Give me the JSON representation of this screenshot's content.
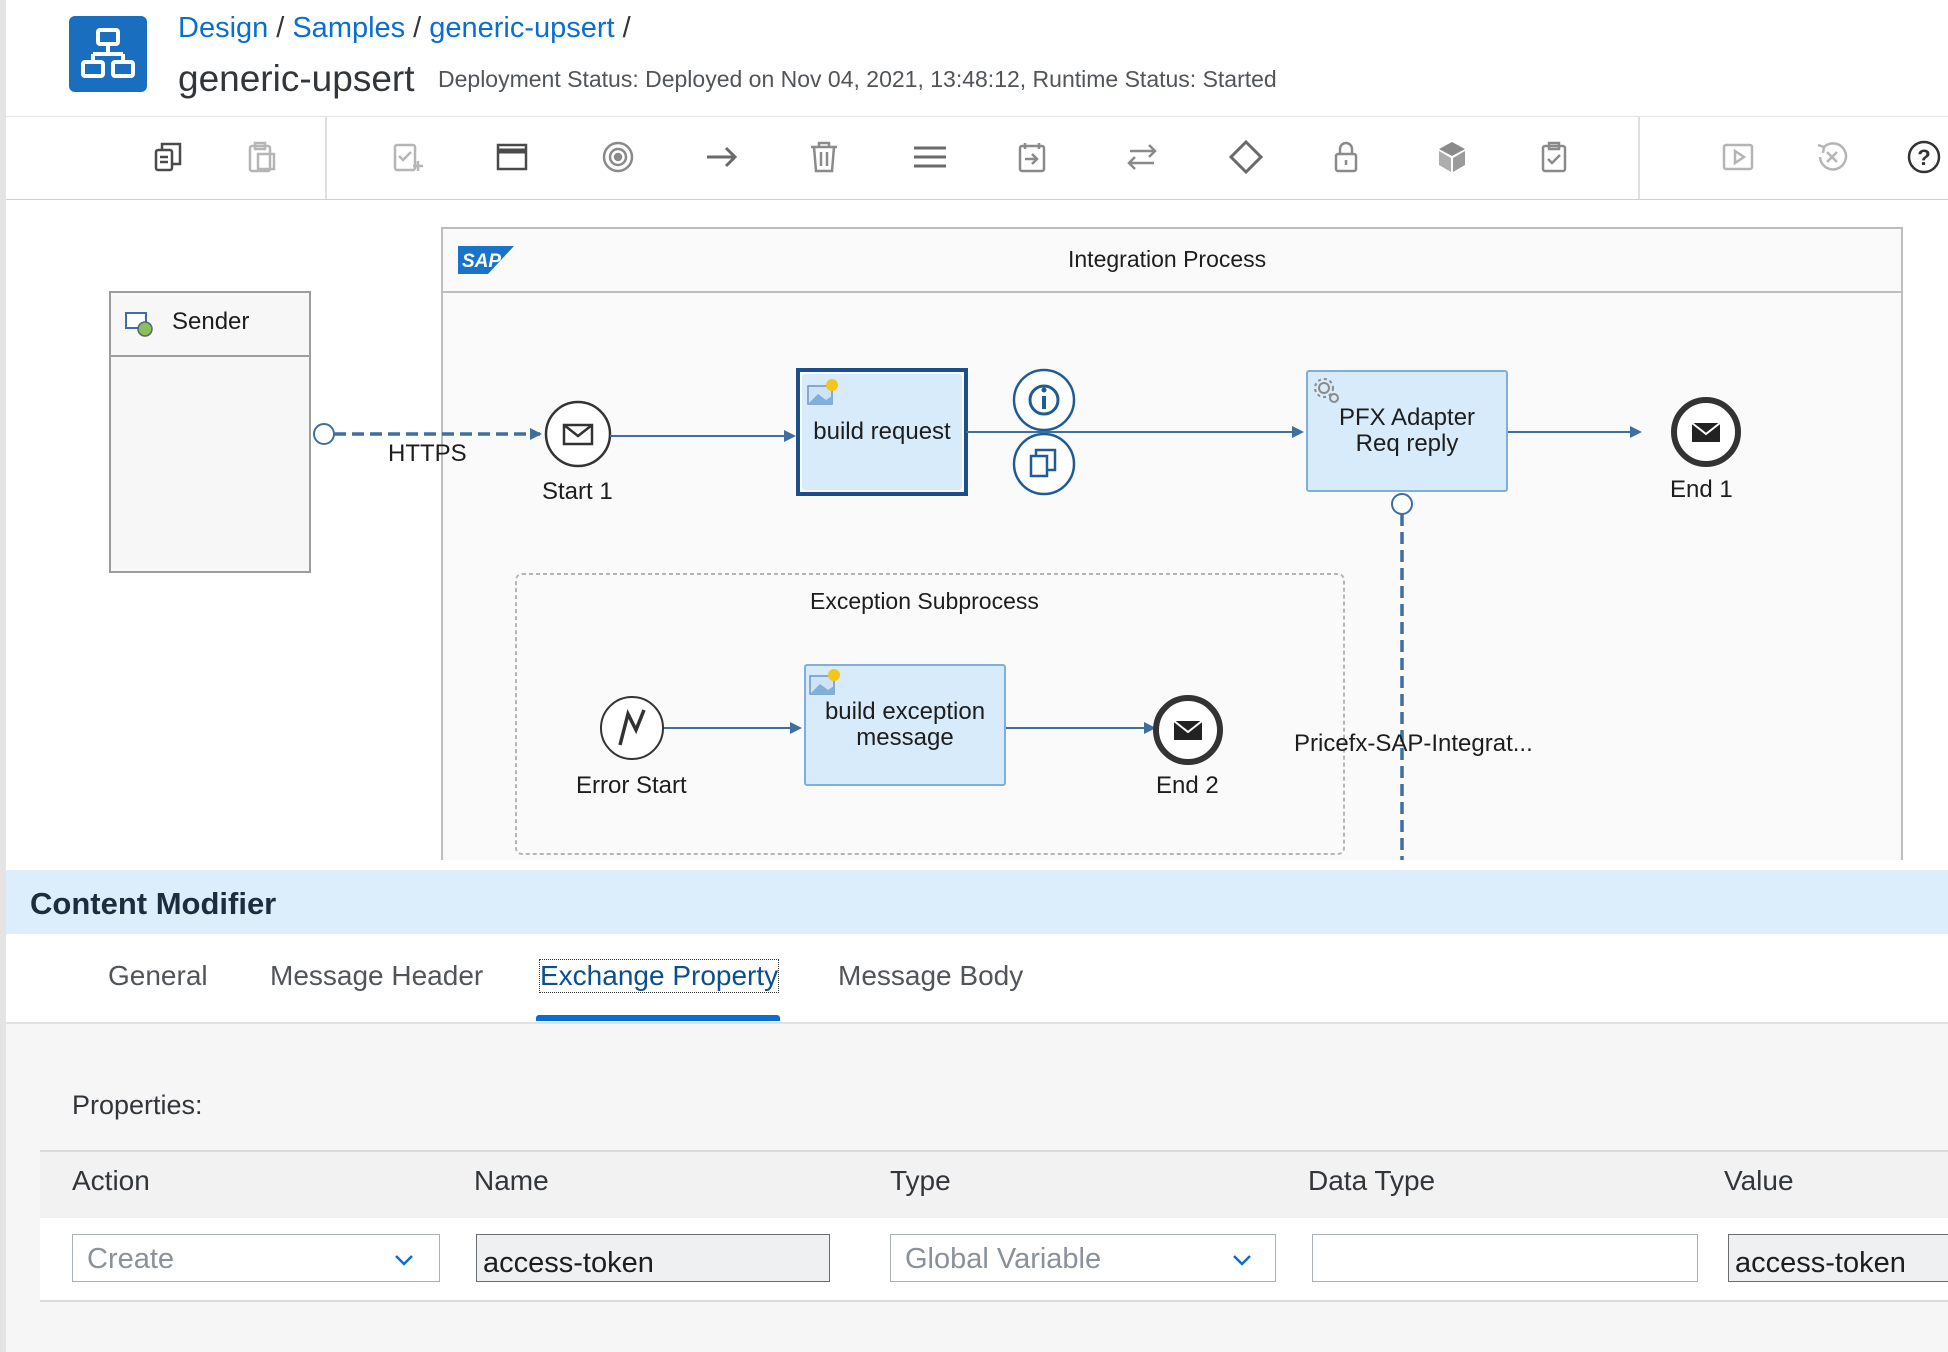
{
  "breadcrumb": {
    "items": [
      "Design",
      "Samples",
      "generic-upsert"
    ],
    "separator": "/"
  },
  "header": {
    "title": "generic-upsert",
    "status": "Deployment Status: Deployed on Nov 04, 2021, 13:48:12, Runtime Status: Started",
    "logo_icon": "hierarchy-icon",
    "accent": "#1a6ec0"
  },
  "toolbar": {
    "icons": [
      "copy-icon",
      "paste-icon",
      "add-task-icon",
      "window-icon",
      "target-icon",
      "arrow-right-icon",
      "delete-icon",
      "menu-icon",
      "import-icon",
      "swap-icon",
      "diamond-icon",
      "lock-icon",
      "cube-icon",
      "clipboard-icon",
      "play-icon",
      "undeploy-icon",
      "help-icon"
    ]
  },
  "diagram": {
    "integration_process_label": "Integration Process",
    "sap_logo_text": "SAP",
    "sender_label": "Sender",
    "https_label": "HTTPS",
    "start_label": "Start 1",
    "build_request_label": "build request",
    "pfx_adapter_label": "PFX Adapter Req reply",
    "end1_label": "End 1",
    "exception_subprocess_label": "Exception Subprocess",
    "error_start_label": "Error Start",
    "build_exception_label": "build exception message",
    "end2_label": "End 2",
    "receiver_connection_label": "Pricefx-SAP-Integrat..."
  },
  "panel": {
    "title": "Content Modifier",
    "tabs": [
      "General",
      "Message Header",
      "Exchange Property",
      "Message Body"
    ],
    "active_tab": "Exchange Property",
    "properties_label": "Properties:",
    "table": {
      "headers": [
        "Action",
        "Name",
        "Type",
        "Data Type",
        "Value"
      ],
      "rows": [
        {
          "action": "Create",
          "name": "access-token",
          "type": "Global Variable",
          "data_type": "",
          "value": "access-token"
        }
      ]
    }
  }
}
